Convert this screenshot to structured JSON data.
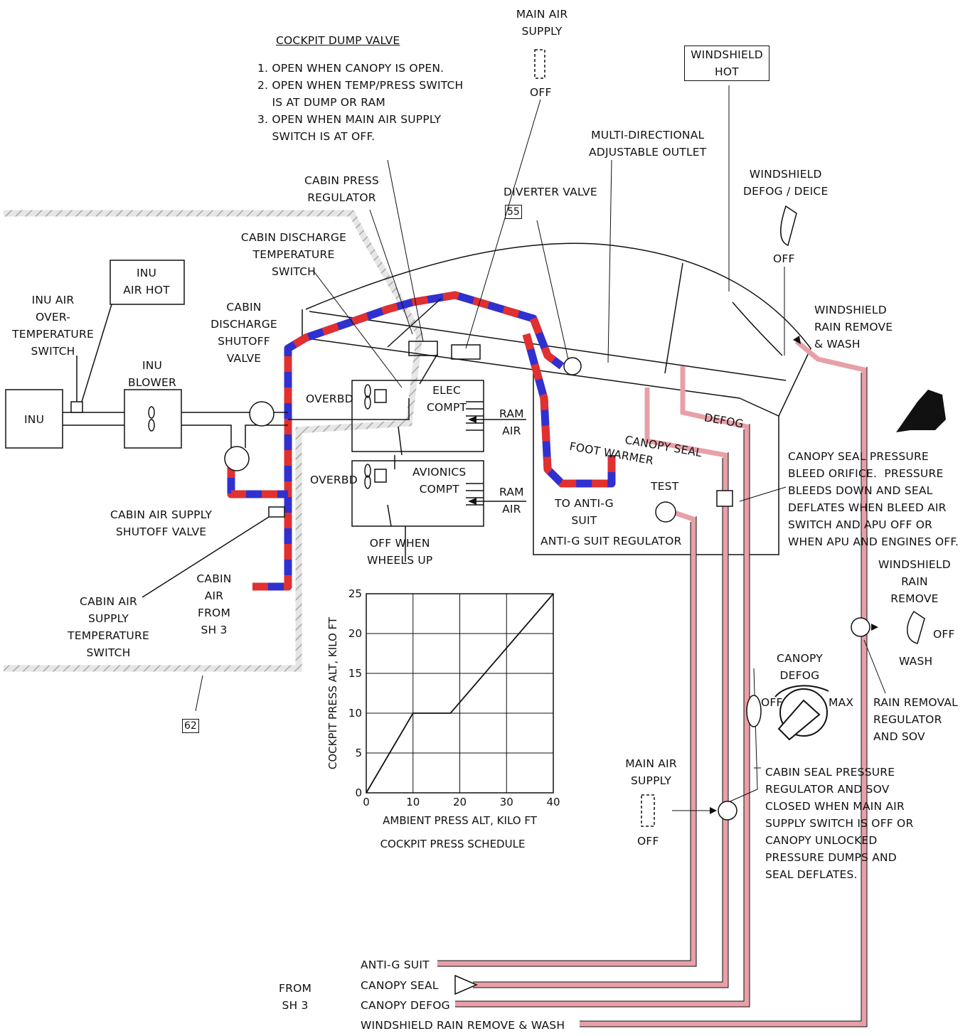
{
  "labels": {
    "cockpit_dump_title": "COCKPIT DUMP VALVE",
    "cockpit_dump_1": "1. OPEN WHEN CANOPY IS OPEN.",
    "cockpit_dump_2": "2. OPEN WHEN TEMP/PRESS SWITCH\n    IS AT DUMP OR RAM",
    "cockpit_dump_3": "3. OPEN WHEN MAIN AIR SUPPLY\n    SWITCH IS AT OFF.",
    "main_air_supply_top": "MAIN AIR\nSUPPLY",
    "main_air_off_top": "OFF",
    "windshield_hot": "WINDSHIELD\nHOT",
    "multi_outlet": "MULTI-DIRECTIONAL\nADJUSTABLE OUTLET",
    "windshield_defog": "WINDSHIELD\nDEFOG / DEICE",
    "defog_off": "OFF",
    "diverter_valve": "DIVERTER VALVE",
    "diverter_ref": "55",
    "cabin_press_reg": "CABIN PRESS\nREGULATOR",
    "cabin_discharge_temp": "CABIN DISCHARGE\nTEMPERATURE\nSWITCH",
    "inu_air_hot": "INU\nAIR HOT",
    "inu_air_over": "INU AIR\nOVER-\nTEMPERATURE\nSWITCH",
    "cabin_discharge_shutoff": "CABIN\nDISCHARGE\nSHUTOFF\nVALVE",
    "inu_blower": "INU\nBLOWER",
    "inu": "INU",
    "overbd_1": "OVERBD",
    "elec_compt": "ELEC\nCOMPT",
    "ram_air_1": "RAM\nAIR",
    "overbd_2": "OVERBD",
    "avionics_compt": "AVIONICS\nCOMPT",
    "ram_air_2": "RAM\nAIR",
    "off_wheels_up": "OFF WHEN\nWHEELS UP",
    "cabin_air_supply_shutoff": "CABIN AIR SUPPLY\nSHUTOFF VALVE",
    "cabin_air_supply_temp": "CABIN AIR\nSUPPLY\nTEMPERATURE\nSWITCH",
    "cabin_air_from": "CABIN\nAIR\nFROM\nSH 3",
    "ref_62": "62",
    "windshield_rain_wash": "WINDSHIELD\nRAIN REMOVE\n& WASH",
    "defog": "DEFOG",
    "canopy_seal": "CANOPY SEAL",
    "foot_warmer": "FOOT WARMER",
    "test": "TEST",
    "to_anti_g": "TO ANTI-G\nSUIT",
    "anti_g_regulator": "ANTI-G SUIT REGULATOR",
    "canopy_bleed": "CANOPY SEAL PRESSURE\nBLEED ORIFICE.  PRESSURE\nBLEEDS DOWN AND SEAL\nDEFLATES WHEN BLEED AIR\nSWITCH AND APU OFF OR\nWHEN APU AND ENGINES OFF.",
    "windshield_rain_remove": "WINDSHIELD\nRAIN\nREMOVE",
    "rain_off": "OFF",
    "rain_wash": "WASH",
    "rain_reg": "RAIN REMOVAL\nREGULATOR\nAND SOV",
    "canopy_defog": "CANOPY\nDEFOG",
    "canopy_defog_off": "OFF",
    "canopy_defog_max": "MAX",
    "main_air_supply_low": "MAIN AIR\nSUPPLY",
    "main_air_off_low": "OFF",
    "cabin_seal_reg": "CABIN SEAL PRESSURE\nREGULATOR AND SOV\nCLOSED WHEN MAIN AIR\nSUPPLY SWITCH IS OFF OR\nCANOPY UNLOCKED\nPRESSURE DUMPS AND\nSEAL DEFLATES.",
    "from_sh3": "FROM\nSH 3",
    "line_anti_g": "ANTI-G SUIT",
    "line_canopy_seal": "CANOPY SEAL",
    "line_canopy_defog": "CANOPY DEFOG",
    "line_windshield": "WINDSHIELD RAIN REMOVE & WASH"
  },
  "chart_data": {
    "type": "line",
    "title": "COCKPIT PRESS SCHEDULE",
    "xlabel": "AMBIENT PRESS ALT, KILO FT",
    "ylabel": "COCKPIT PRESS ALT, KILO FT",
    "xlim": [
      0,
      40
    ],
    "ylim": [
      0,
      25
    ],
    "x_ticks": [
      0,
      10,
      20,
      30,
      40
    ],
    "y_ticks": [
      0,
      5,
      10,
      15,
      20,
      25
    ],
    "grid": true,
    "series": [
      {
        "x": [
          0,
          10,
          18,
          40
        ],
        "y": [
          0,
          10,
          10,
          25
        ]
      }
    ]
  },
  "colors": {
    "hot_air": "#e03030",
    "cold_air": "#3030d0",
    "supply_line": "#e8a0a8",
    "line": "#111111",
    "shade": "#cccccc"
  }
}
